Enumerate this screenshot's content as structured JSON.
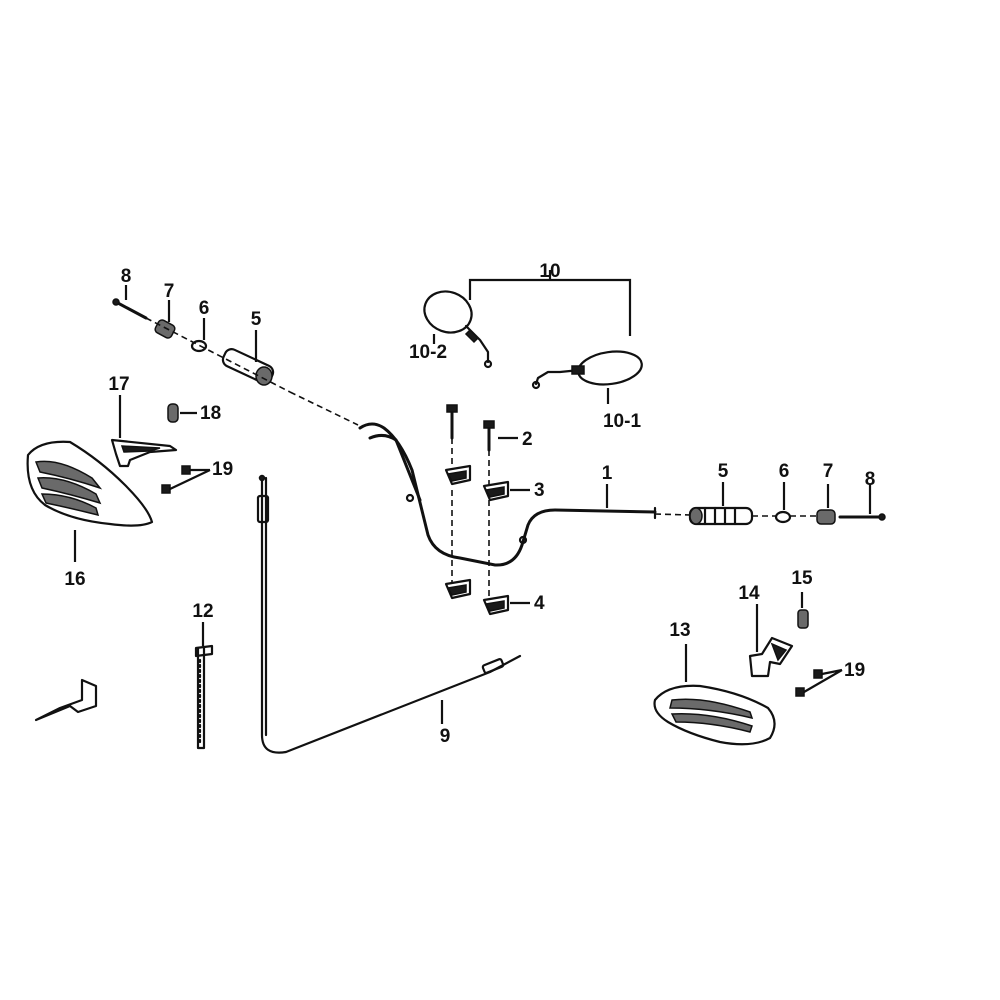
{
  "labels": {
    "l1": "1",
    "l2": "2",
    "l3": "3",
    "l4": "4",
    "l5a": "5",
    "l5b": "5",
    "l6a": "6",
    "l6b": "6",
    "l7a": "7",
    "l7b": "7",
    "l8a": "8",
    "l8b": "8",
    "l9": "9",
    "l10": "10",
    "l10_1": "10-1",
    "l10_2": "10-2",
    "l12": "12",
    "l13": "13",
    "l14": "14",
    "l15": "15",
    "l16": "16",
    "l17": "17",
    "l18": "18",
    "l19a": "19",
    "l19b": "19"
  },
  "colors": {
    "ink": "#111111",
    "background": "#ffffff"
  }
}
